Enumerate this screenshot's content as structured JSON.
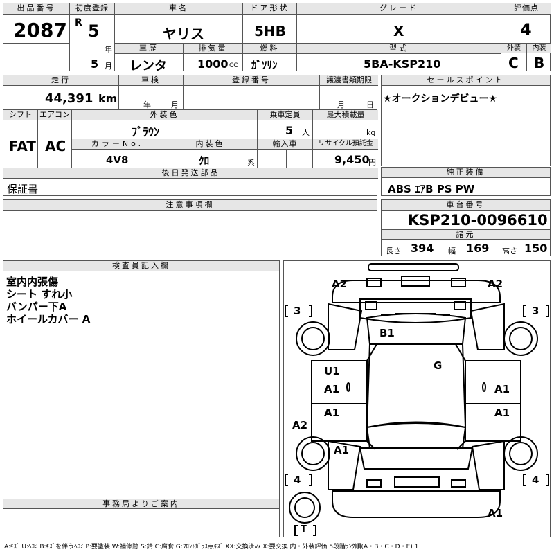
{
  "header": {
    "lot_label": "出品番号",
    "lot_no": "2087",
    "first_reg_label": "初度登録",
    "era": "R",
    "reg_year": "5",
    "year_unit": "年",
    "reg_month": "5",
    "month_unit": "月",
    "car_name_label": "車名",
    "car_name": "ヤリス",
    "door_label": "ドア形状",
    "door": "5HB",
    "grade_label": "グレード",
    "grade": "X",
    "score_label": "評価点",
    "score": "4",
    "history_label": "車歴",
    "history": "レンタ",
    "displacement_label": "排気量",
    "displacement": "1000",
    "displacement_unit": "CC",
    "fuel_label": "燃料",
    "fuel": "ｶﾞｿﾘﾝ",
    "model_label": "型式",
    "model": "5BA-KSP210",
    "exterior_label": "外装",
    "exterior": "C",
    "interior_label": "内装",
    "interior": "B"
  },
  "mid": {
    "mileage_label": "走行",
    "mileage": "44,391",
    "mileage_unit": "km",
    "inspection_label": "車検",
    "insp_year_unit": "年",
    "insp_month_unit": "月",
    "regno_label": "登録番号",
    "transfer_label": "譲渡書類期限",
    "transfer_month_unit": "月",
    "transfer_day_unit": "日",
    "shift_label": "シフト",
    "shift": "FAT",
    "ac_label": "エアコン",
    "ac": "AC",
    "color_label": "外装色",
    "color": "ﾌﾞﾗｳﾝ",
    "capacity_label": "乗車定員",
    "capacity": "5",
    "capacity_unit": "人",
    "load_label": "最大積載量",
    "load_unit": "kg",
    "colorno_label": "カラーNo.",
    "colorno": "4V8",
    "int_color_label": "内装色",
    "int_color": "ｸﾛ",
    "int_color_unit": "系",
    "import_label": "輸入車",
    "recycle_label": "リサイクル預託金",
    "recycle": "9,450",
    "recycle_unit": "円",
    "later_label": "後日発送部品",
    "later_value": "保証書",
    "notes_label": "注意事項欄"
  },
  "right": {
    "sales_label": "セールスポイント",
    "sales_value": "★オークションデビュー★",
    "equip_label": "純正装備",
    "equip_value": "ABS ｴｱB PS PW",
    "chassis_label": "車台番号",
    "chassis": "KSP210-0096610",
    "spec_label": "諸元",
    "length_label": "長さ",
    "length": "394",
    "width_label": "幅",
    "width": "169",
    "height_label": "高さ",
    "height": "150"
  },
  "inspector": {
    "label": "検査員記入欄",
    "lines": [
      "室内内張傷",
      "シート すれ小",
      "バンパー下A",
      "ホイールカバー A"
    ],
    "office_label": "事務局よりご案内"
  },
  "diagram": {
    "marks": [
      "A2",
      "A2",
      "B1",
      "G",
      "U1",
      "A1",
      "A1",
      "A1",
      "A1",
      "A2",
      "A1",
      "A1"
    ],
    "corner_labels": [
      "3",
      "3",
      "4",
      "4",
      "T"
    ]
  },
  "legend": "A:ｷｽﾞ  U:ﾍｺﾐ  B:ｷｽﾞを伴うﾍｺﾐ  P:要塗装  W:補修跡  S:錆  C:腐食  G:ﾌﾛﾝﾄｶﾞﾗｽ点ｷｽﾞ  XX:交換済み  X:要交換  内・外装評価  5段階ﾗﾝｸ順(A・B・C・D・E) 1"
}
